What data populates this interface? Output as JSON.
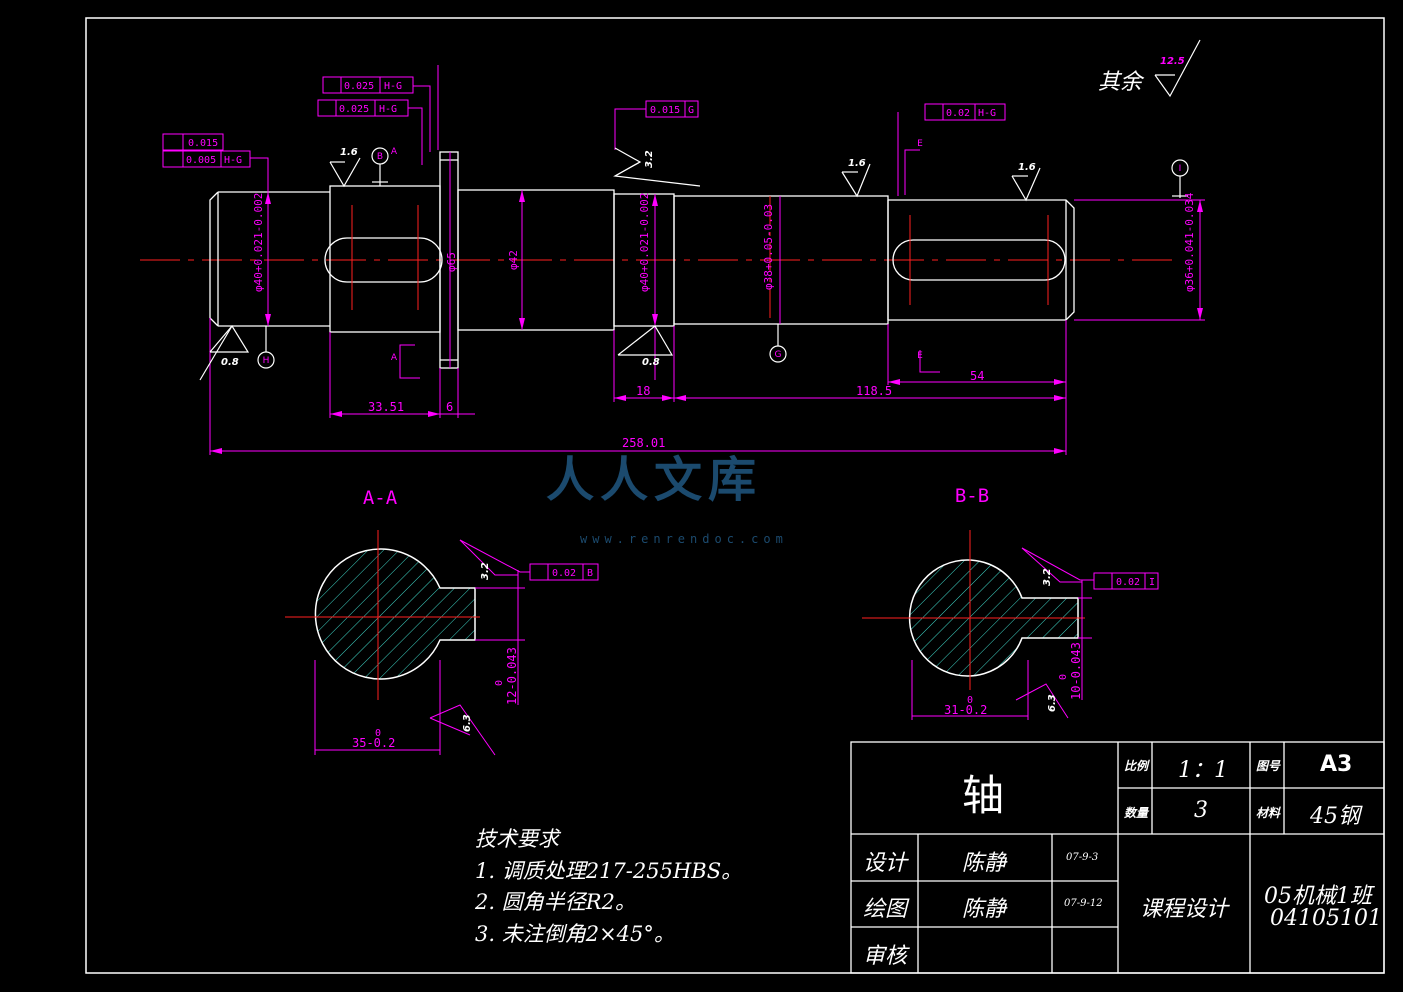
{
  "top_note": {
    "label": "其余",
    "roughness": "12.5"
  },
  "dimensions": {
    "d40_left": "φ40+0.021-0.002",
    "d65": "φ65",
    "d42": "φ42",
    "d40_mid": "φ40+0.021-0.002",
    "d38": "φ38+0.05-0.03",
    "d36": "φ36+0.041-0.034",
    "len_33_51": "33.51",
    "len_6": "6",
    "len_18": "18",
    "len_118_5": "118.5",
    "len_54": "54",
    "len_258_01": "258.01"
  },
  "tolerance_frames": {
    "f1": {
      "value": "0.025",
      "datum": "H-G"
    },
    "f2": {
      "value": "0.025",
      "datum": "H-G"
    },
    "f3": {
      "value": "0.015",
      "datum": ""
    },
    "f4": {
      "value": "0.005",
      "datum": "H-G"
    },
    "f5": {
      "value": "0.015",
      "datum": "G"
    },
    "f6": {
      "value": "0.02",
      "datum": "H-G"
    },
    "f7": {
      "value": "0.02",
      "datum": "B"
    },
    "f8": {
      "value": "0.02",
      "datum": "I"
    }
  },
  "roughness": {
    "r1": "1.6",
    "r2": "3.2",
    "r3": "1.6",
    "r4": "1.6",
    "r5": "0.8",
    "r6": "0.8",
    "r7": "3.2",
    "r8": "6.3",
    "r9": "3.2",
    "r10": "6.3"
  },
  "datum_labels": {
    "h": "H",
    "g": "G",
    "i": "I",
    "b": "B",
    "a": "A",
    "e": "E"
  },
  "sections": {
    "aa": {
      "title": "A-A",
      "width": "35-0.2",
      "key": "12-0.043",
      "zero1": "0",
      "zero2": "0"
    },
    "bb": {
      "title": "B-B",
      "width": "31-0.2",
      "key": "10-0.043",
      "zero1": "0",
      "zero2": "0"
    }
  },
  "watermark": {
    "text": "人人文库",
    "url": "www.renrendoc.com"
  },
  "technical_requirements": {
    "title": "技术要求",
    "items": [
      "1. 调质处理217-255HBS。",
      "2. 圆角半径R2。",
      "3. 未注倒角2×45°。"
    ]
  },
  "title_block": {
    "part_name": "轴",
    "scale_label": "比例",
    "scale_value": "1：1",
    "drawing_no_label": "图号",
    "drawing_no_value": "A3",
    "quantity_label": "数量",
    "quantity_value": "3",
    "material_label": "材料",
    "material_value": "45钢",
    "design_label": "设计",
    "design_name": "陈静",
    "design_date": "07-9-3",
    "draw_label": "绘图",
    "draw_name": "陈静",
    "draw_date": "07-9-12",
    "review_label": "审核",
    "course": "课程设计",
    "class_name": "05机械1班",
    "student_id": "04105101"
  },
  "colors": {
    "magenta": "#ff00ff",
    "red": "#ff2020",
    "white": "#ffffff",
    "cyan": "#3fd7c8"
  }
}
